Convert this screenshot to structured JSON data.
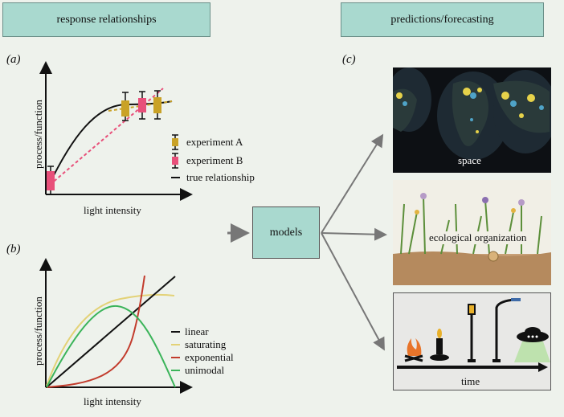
{
  "header": {
    "left_title": "response relationships",
    "right_title": "predictions/forecasting"
  },
  "panels": {
    "a": "(a)",
    "b": "(b)",
    "c": "(c)"
  },
  "panel_a": {
    "ylabel": "process/function",
    "xlabel": "light intensity",
    "legend": [
      "experiment A",
      "experiment B",
      "true relationship"
    ]
  },
  "panel_b": {
    "ylabel": "process/function",
    "xlabel": "light intensity",
    "legend": [
      "linear",
      "saturating",
      "exponential",
      "unimodal"
    ]
  },
  "models_label": "models",
  "outputs": {
    "space": "space",
    "ecological": "ecological organization",
    "time": "time"
  },
  "colors": {
    "header_fill": "#a9d9cf",
    "experiment_a": "#c9a227",
    "experiment_b": "#e8507a",
    "linear": "#111111",
    "saturating": "#e3d277",
    "exponential": "#c23b2c",
    "unimodal": "#3bb45a",
    "arrow": "#777777"
  }
}
